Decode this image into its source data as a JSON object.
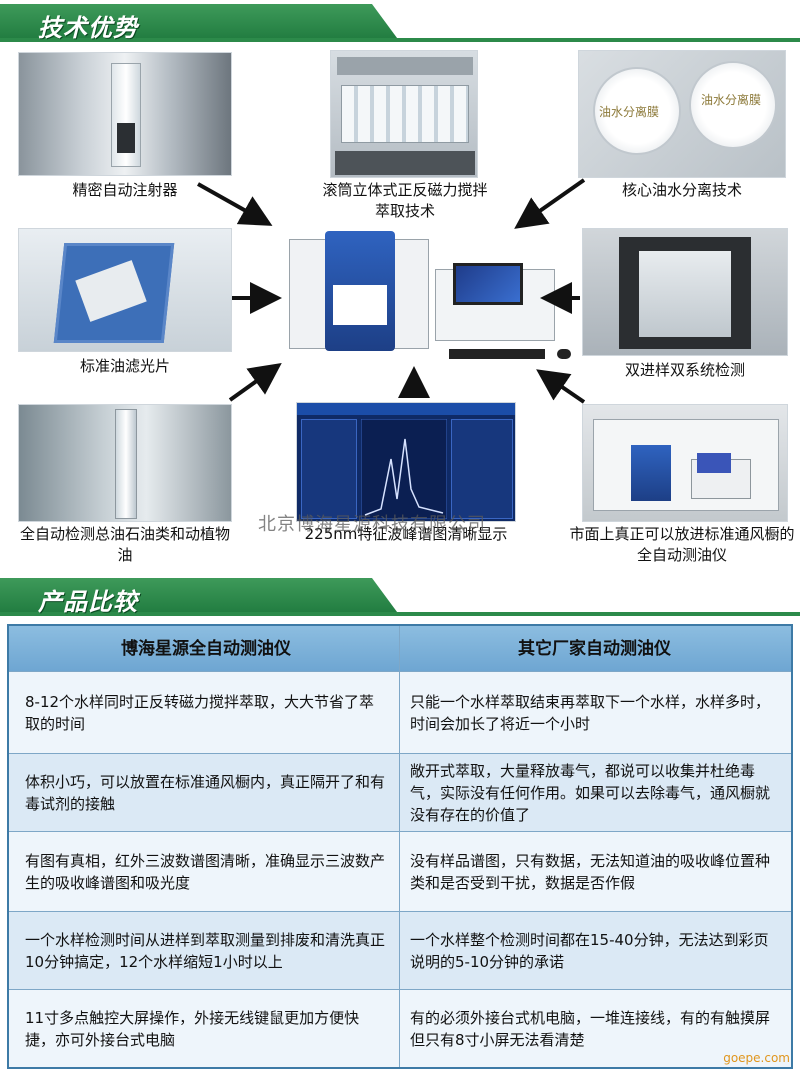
{
  "banners": {
    "advantages": "技术优势",
    "comparison": "产品比较"
  },
  "features": [
    {
      "id": "syringe",
      "caption": "精密自动注射器"
    },
    {
      "id": "stirring",
      "caption": "滚筒立体式正反磁力搅拌萃取技术"
    },
    {
      "id": "membrane",
      "caption": "核心油水分离技术"
    },
    {
      "id": "filter",
      "caption": "标准油滤光片"
    },
    {
      "id": "dual",
      "caption": "双进样双系统检测"
    },
    {
      "id": "oils",
      "caption": "全自动检测总油石油类和动植物油"
    },
    {
      "id": "spectrum",
      "caption": "225nm特征波峰谱图清晰显示"
    },
    {
      "id": "hood",
      "caption": "市面上真正可以放进标准通风橱的全自动测油仪"
    }
  ],
  "membrane_labels": [
    "油水分离膜",
    "油水分离膜"
  ],
  "watermark": "北京博海星源科技有限公司",
  "site": "goepe.com",
  "table": {
    "headers": [
      "博海星源全自动测油仪",
      "其它厂家自动测油仪"
    ],
    "rows": [
      [
        "8-12个水样同时正反转磁力搅拌萃取，大大节省了萃取的时间",
        "只能一个水样萃取结束再萃取下一个水样，水样多时，时间会加长了将近一个小时"
      ],
      [
        "体积小巧，可以放置在标准通风橱内，真正隔开了和有毒试剂的接触",
        "敞开式萃取，大量释放毒气，都说可以收集并杜绝毒气，实际没有任何作用。如果可以去除毒气，通风橱就没有存在的价值了"
      ],
      [
        "有图有真相，红外三波数谱图清晰，准确显示三波数产生的吸收峰谱图和吸光度",
        "没有样品谱图，只有数据，无法知道油的吸收峰位置种类和是否受到干扰，数据是否作假"
      ],
      [
        "一个水样检测时间从进样到萃取测量到排废和清洗真正10分钟搞定，12个水样缩短1小时以上",
        "一个水样整个检测时间都在15-40分钟，无法达到彩页说明的5-10分钟的承诺"
      ],
      [
        "11寸多点触控大屏操作，外接无线键鼠更加方便快捷，亦可外接台式电脑",
        "有的必须外接台式机电脑，一堆连接线，有的有触摸屏但只有8寸小屏无法看清楚"
      ]
    ]
  }
}
